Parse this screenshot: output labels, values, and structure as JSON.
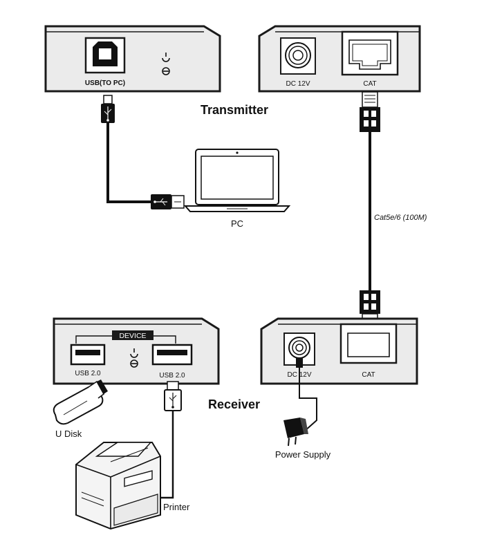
{
  "transmitter": {
    "title": "Transmitter",
    "usb_port_label": "USB(TO PC)",
    "dc_label": "DC 12V",
    "cat_label": "CAT"
  },
  "cable": {
    "label": "Cat5e/6 (100M)"
  },
  "pc": {
    "label": "PC"
  },
  "receiver": {
    "title": "Receiver",
    "device_label": "DEVICE",
    "usb_left_label": "USB 2.0",
    "usb_right_label": "USB 2.0",
    "dc_label": "DC 12V",
    "cat_label": "CAT"
  },
  "peripherals": {
    "udisk_label": "U Disk",
    "printer_label": "Printer",
    "power_supply_label": "Power Supply"
  },
  "colors": {
    "panel_fill": "#ebebeb",
    "stroke": "#1a1a1a",
    "cable": "#111111"
  }
}
